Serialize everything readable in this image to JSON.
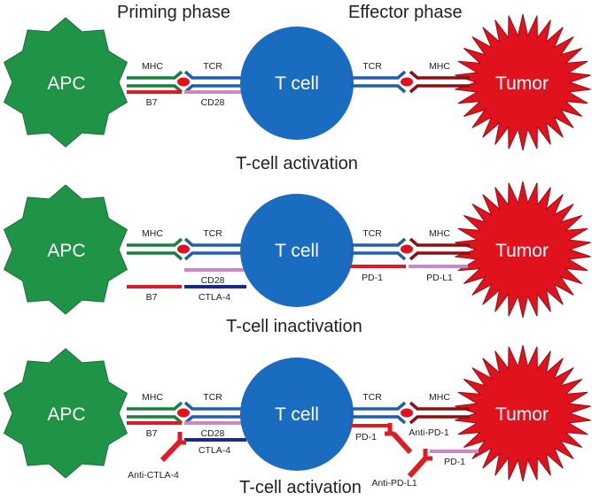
{
  "phases": {
    "priming": "Priming phase",
    "effector": "Effector phase"
  },
  "colors": {
    "apc": "#1f9446",
    "apc_stroke": "#16703a",
    "tcell": "#1a6cc0",
    "tumor": "#e0121e",
    "tumor_stroke": "#9a0c12",
    "mhc_green": "#17813a",
    "mhc_dark": "#8e0e12",
    "tcr_blue": "#1f5fae",
    "b7_red": "#df1b24",
    "cd28_pink": "#cc88c4",
    "ctla4_navy": "#1b2a8a",
    "pd1_red": "#df1b24",
    "pdl1_pink": "#cc88c4",
    "antibody_red": "#df1b24",
    "peptide_red": "#e2101c"
  },
  "panels": [
    {
      "apc": "APC",
      "tcell": "T cell",
      "tumor": "Tumor",
      "mhc_left": "MHC",
      "tcr_left": "TCR",
      "b7": "B7",
      "cd28": "CD28",
      "tcr_right": "TCR",
      "mhc_right": "MHC",
      "caption": "T-cell activation"
    },
    {
      "apc": "APC",
      "tcell": "T cell",
      "tumor": "Tumor",
      "mhc_left": "MHC",
      "tcr_left": "TCR",
      "cd28": "CD28",
      "b7": "B7",
      "ctla4": "CTLA-4",
      "tcr_right": "TCR",
      "mhc_right": "MHC",
      "pd1": "PD-1",
      "pdl1": "PD-L1",
      "caption": "T-cell inactivation"
    },
    {
      "apc": "APC",
      "tcell": "T cell",
      "tumor": "Tumor",
      "mhc_left": "MHC",
      "tcr_left": "TCR",
      "b7": "B7",
      "cd28": "CD28",
      "ctla4": "CTLA-4",
      "anti_ctla4": "Anti-CTLA-4",
      "tcr_right": "TCR",
      "mhc_right": "MHC",
      "pd1": "PD-1",
      "anti_pd1": "Anti-PD-1",
      "pd1_tumor": "PD-1",
      "anti_pdl1": "Anti-PD-L1",
      "caption": "T-cell activation"
    }
  ]
}
